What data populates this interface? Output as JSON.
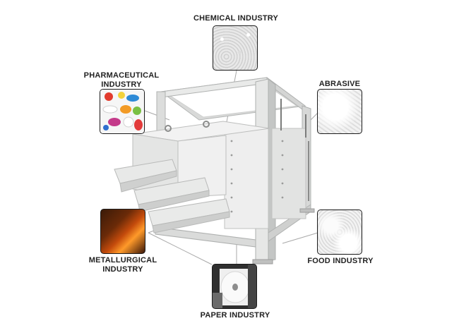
{
  "industries": {
    "chemical": {
      "label": "CHEMICAL INDUSTRY",
      "icon": "chemical-powder-icon"
    },
    "abrasive": {
      "label": "ABRASIVE",
      "icon": "abrasive-grain-icon"
    },
    "pharmaceutical": {
      "label_line1": "PHARMACEUTICAL",
      "label_line2": "INDUSTRY",
      "icon": "pills-icon"
    },
    "metallurgical": {
      "label_line1": "METALLURGICAL",
      "label_line2": "INDUSTRY",
      "icon": "molten-metal-icon"
    },
    "food": {
      "label": "FOOD INDUSTRY",
      "icon": "food-powder-icon"
    },
    "paper": {
      "label": "PAPER INDUSTRY",
      "icon": "paper-roll-icon"
    }
  },
  "machine": {
    "icon": "square-gyratory-sifter-icon"
  },
  "colors": {
    "frame": "#e3e4e3",
    "frame_shadow": "#b9bbba",
    "connector_line": "#9a9a9a",
    "tile_border": "#1c1c1c",
    "label_text": "#222222"
  }
}
